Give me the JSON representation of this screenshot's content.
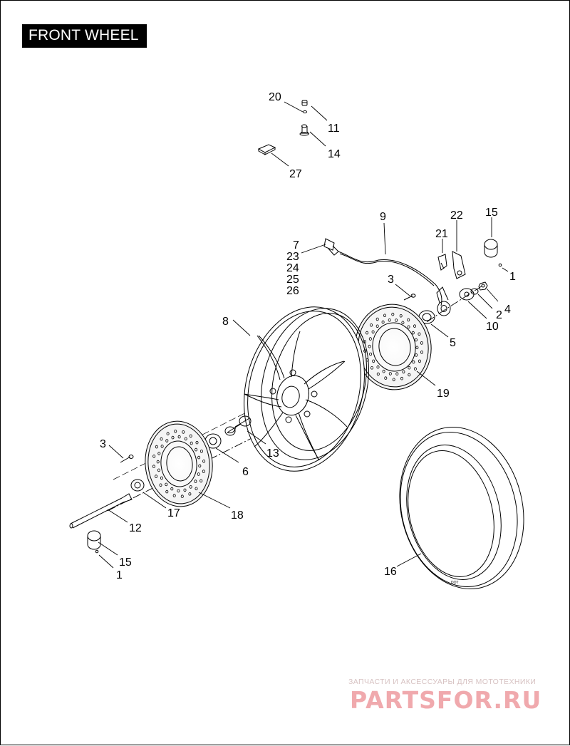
{
  "title": "FRONT WHEEL",
  "watermark": {
    "tagline": "ЗАПЧАСТИ И АКСЕССУАРЫ ДЛЯ МОТОТЕХНИКИ",
    "brand": "PARTSFOR.RU"
  },
  "callouts": [
    {
      "id": "20",
      "label": "20"
    },
    {
      "id": "11",
      "label": "11"
    },
    {
      "id": "14",
      "label": "14"
    },
    {
      "id": "27",
      "label": "27"
    },
    {
      "id": "9",
      "label": "9"
    },
    {
      "id": "22",
      "label": "22"
    },
    {
      "id": "15a",
      "label": "15"
    },
    {
      "id": "21",
      "label": "21"
    },
    {
      "id": "7",
      "label": "7"
    },
    {
      "id": "23",
      "label": "23"
    },
    {
      "id": "24",
      "label": "24"
    },
    {
      "id": "25",
      "label": "25"
    },
    {
      "id": "26",
      "label": "26"
    },
    {
      "id": "1a",
      "label": "1"
    },
    {
      "id": "3a",
      "label": "3"
    },
    {
      "id": "4",
      "label": "4"
    },
    {
      "id": "2",
      "label": "2"
    },
    {
      "id": "10",
      "label": "10"
    },
    {
      "id": "8",
      "label": "8"
    },
    {
      "id": "5",
      "label": "5"
    },
    {
      "id": "19",
      "label": "19"
    },
    {
      "id": "3b",
      "label": "3"
    },
    {
      "id": "13",
      "label": "13"
    },
    {
      "id": "6",
      "label": "6"
    },
    {
      "id": "17",
      "label": "17"
    },
    {
      "id": "18",
      "label": "18"
    },
    {
      "id": "12",
      "label": "12"
    },
    {
      "id": "15b",
      "label": "15"
    },
    {
      "id": "1b",
      "label": "1"
    },
    {
      "id": "16",
      "label": "16"
    }
  ]
}
